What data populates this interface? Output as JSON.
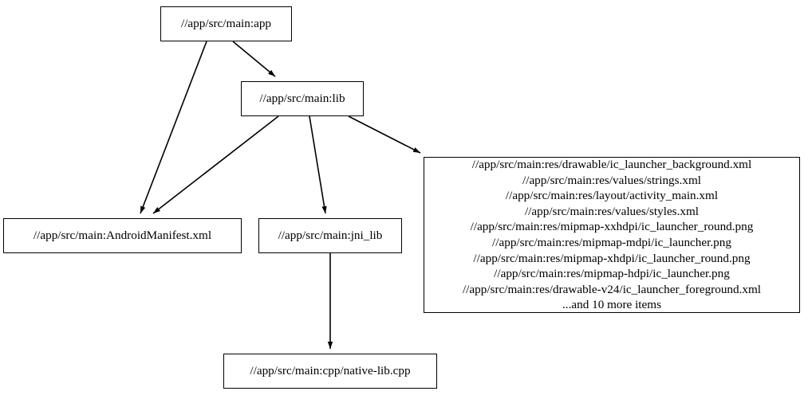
{
  "graph": {
    "title": "dependency-graph",
    "background_color": "#ffffff",
    "node_border_color": "#000000",
    "node_fill_color": "#ffffff",
    "edge_color": "#000000",
    "nodes": [
      {
        "id": "app",
        "label": "//app/src/main:app"
      },
      {
        "id": "lib",
        "label": "//app/src/main:lib"
      },
      {
        "id": "manifest",
        "label": "//app/src/main:AndroidManifest.xml"
      },
      {
        "id": "jni_lib",
        "label": "//app/src/main:jni_lib"
      },
      {
        "id": "res_group",
        "label": "//app/src/main:res/drawable/ic_launcher_background.xml\n//app/src/main:res/values/strings.xml\n//app/src/main:res/layout/activity_main.xml\n//app/src/main:res/values/styles.xml\n//app/src/main:res/mipmap-xxhdpi/ic_launcher_round.png\n//app/src/main:res/mipmap-mdpi/ic_launcher.png\n//app/src/main:res/mipmap-xhdpi/ic_launcher_round.png\n//app/src/main:res/mipmap-hdpi/ic_launcher.png\n//app/src/main:res/drawable-v24/ic_launcher_foreground.xml\n...and 10 more items",
        "lines": [
          "//app/src/main:res/drawable/ic_launcher_background.xml",
          "//app/src/main:res/values/strings.xml",
          "//app/src/main:res/layout/activity_main.xml",
          "//app/src/main:res/values/styles.xml",
          "//app/src/main:res/mipmap-xxhdpi/ic_launcher_round.png",
          "//app/src/main:res/mipmap-mdpi/ic_launcher.png",
          "//app/src/main:res/mipmap-xhdpi/ic_launcher_round.png",
          "//app/src/main:res/mipmap-hdpi/ic_launcher.png",
          "//app/src/main:res/drawable-v24/ic_launcher_foreground.xml",
          "...and 10 more items"
        ],
        "overflow_note": "...and 10 more items"
      },
      {
        "id": "native_lib",
        "label": "//app/src/main:cpp/native-lib.cpp"
      }
    ],
    "edges": [
      {
        "from": "app",
        "to": "lib",
        "arrowhead": "normal"
      },
      {
        "from": "app",
        "to": "manifest",
        "arrowhead": "normal"
      },
      {
        "from": "lib",
        "to": "manifest",
        "arrowhead": "normal"
      },
      {
        "from": "lib",
        "to": "jni_lib",
        "arrowhead": "normal"
      },
      {
        "from": "lib",
        "to": "res_group",
        "arrowhead": "normal"
      },
      {
        "from": "jni_lib",
        "to": "native_lib",
        "arrowhead": "normal"
      }
    ]
  }
}
